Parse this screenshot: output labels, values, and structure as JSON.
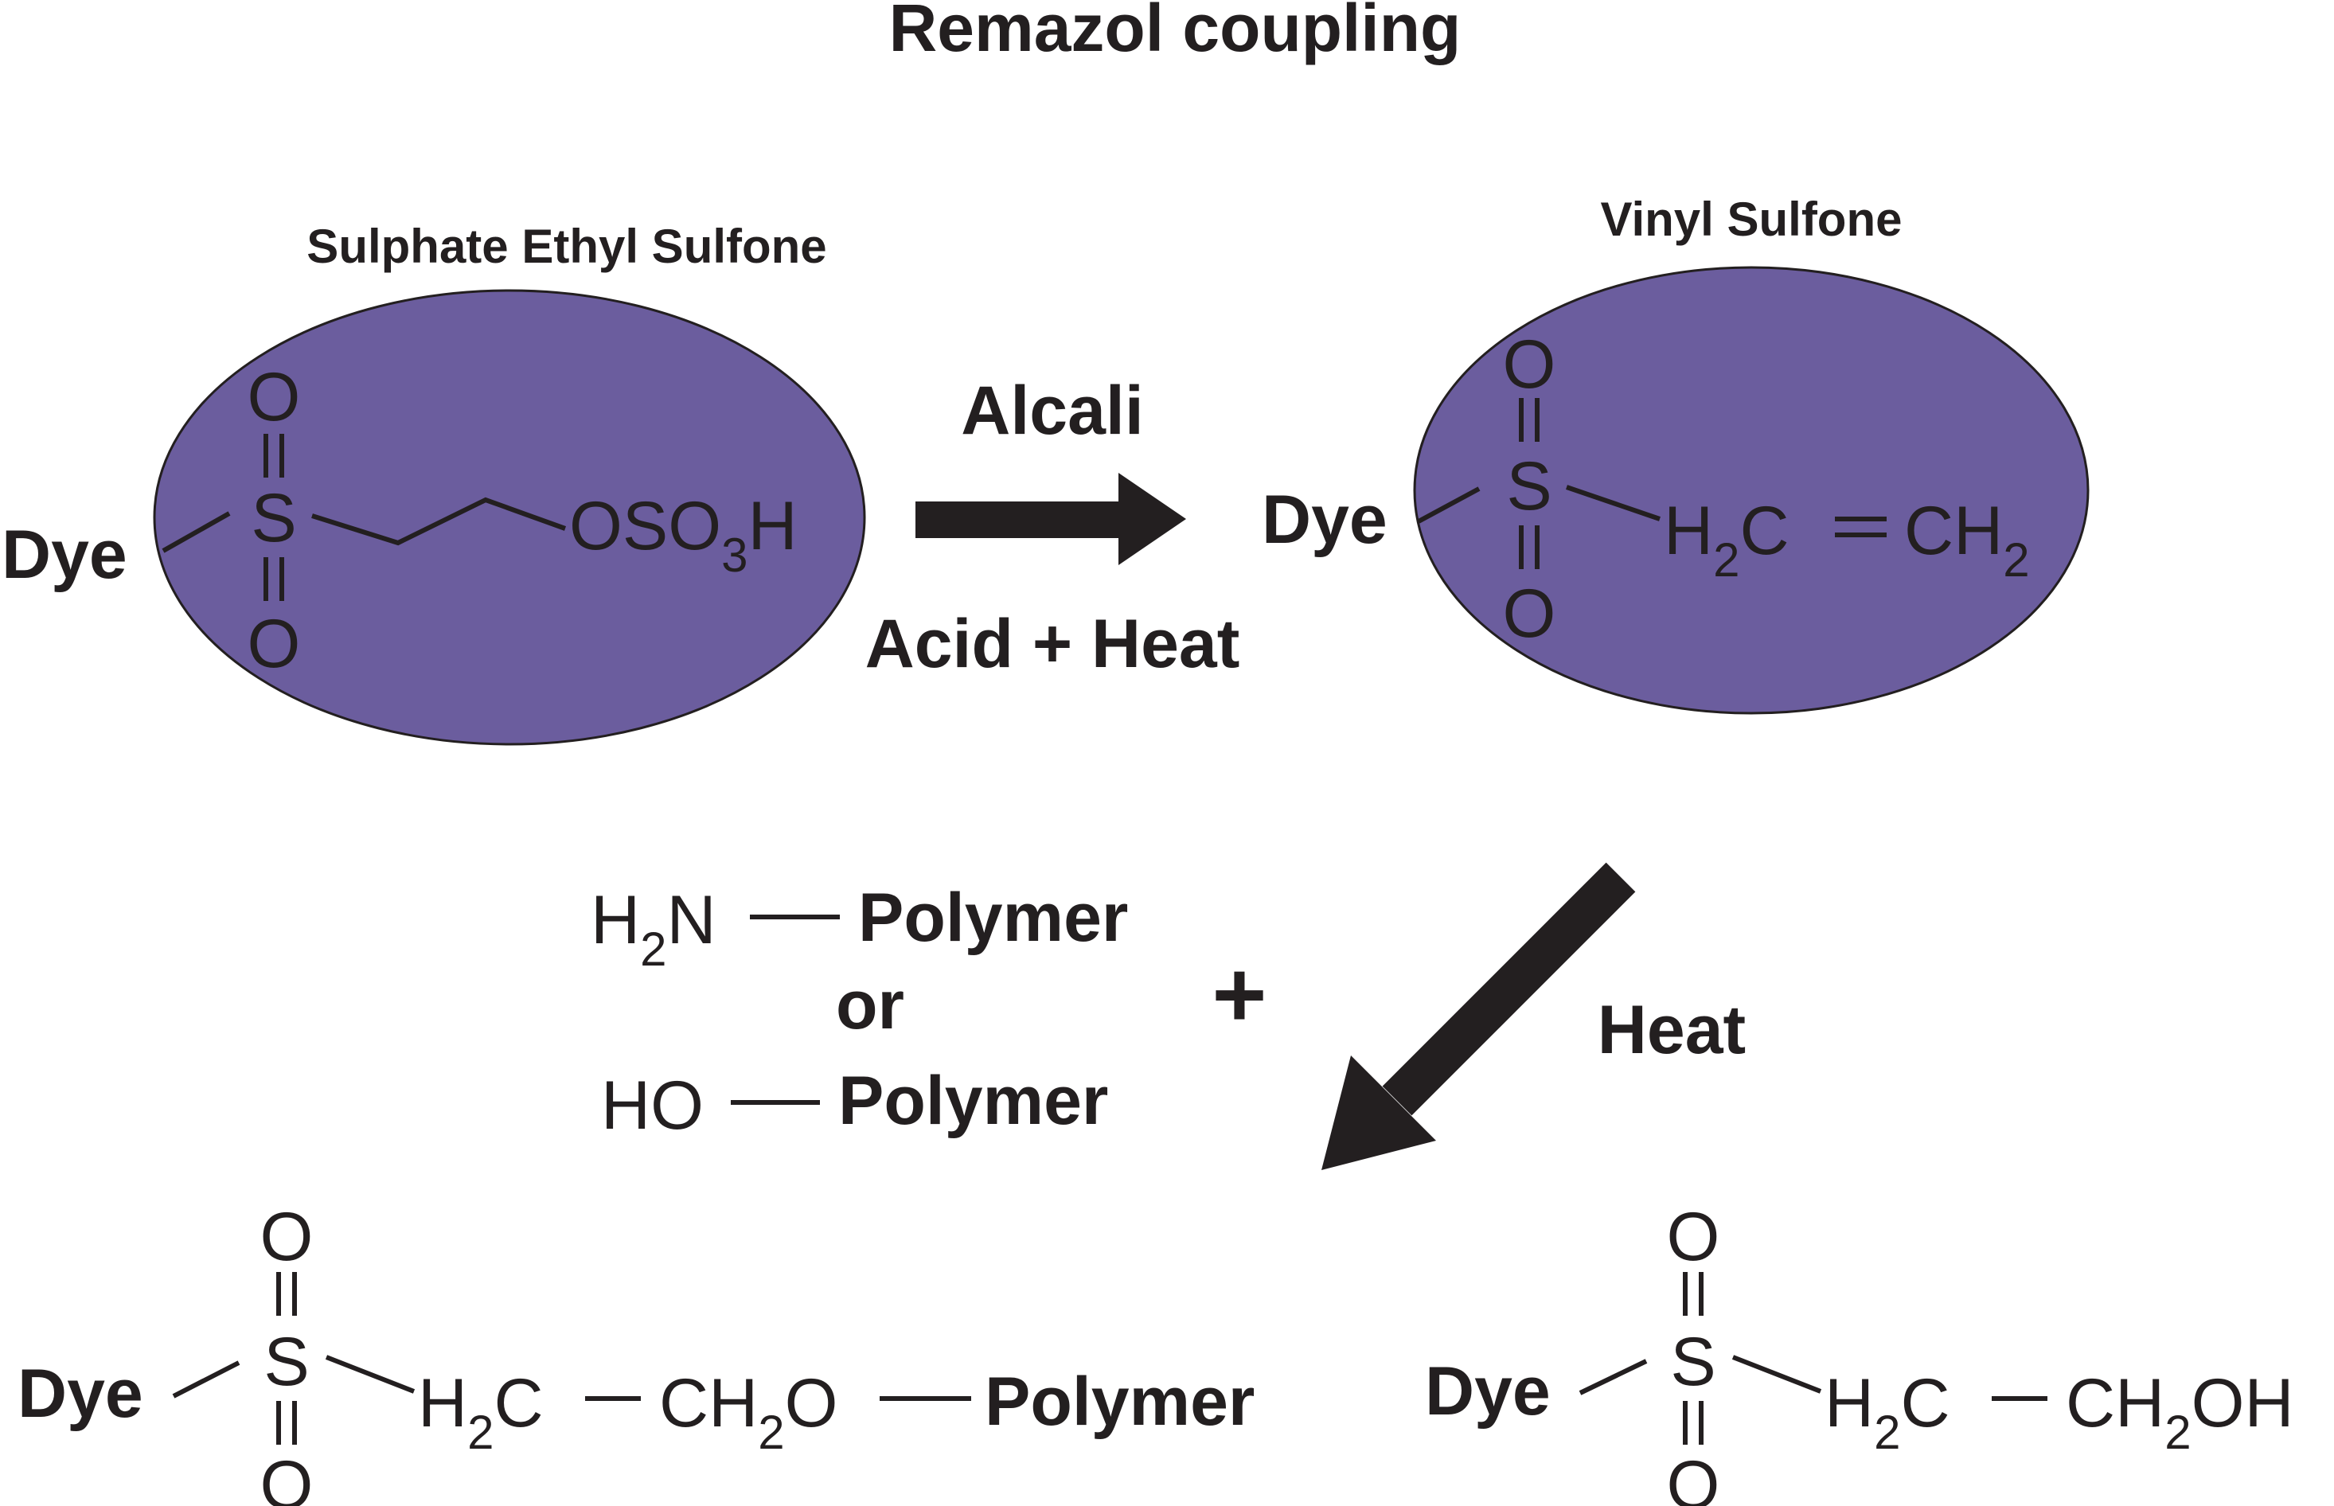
{
  "title": "Remazol coupling",
  "colors": {
    "ellipse_fill": "#6b5d9e",
    "ink": "#231f20",
    "background": "#ffffff"
  },
  "reactant": {
    "label": "Sulphate Ethyl Sulfone",
    "dye": "Dye",
    "o_top": "O",
    "sulfur": "S",
    "o_bottom": "O",
    "group_main": "OSO",
    "group_sub": "3",
    "group_end": "H"
  },
  "conditions_forward": "Alcali",
  "conditions_reverse": "Acid + Heat",
  "product_vinyl": {
    "label": "Vinyl Sulfone",
    "dye": "Dye",
    "o_top": "O",
    "sulfur": "S",
    "o_bottom": "O",
    "h2c_main": "H",
    "h2c_sub": "2",
    "h2c_end": "C",
    "ch2_main": "CH",
    "ch2_sub": "2"
  },
  "reagent": {
    "amine_main": "H",
    "amine_sub": "2",
    "amine_end": "N",
    "polymer1": "Polymer",
    "or": "or",
    "hydroxyl": "HO",
    "polymer2": "Polymer",
    "plus": "+"
  },
  "heat_label": "Heat",
  "product_polymer": {
    "dye": "Dye",
    "o_top": "O",
    "sulfur": "S",
    "o_bottom": "O",
    "h2c_main": "H",
    "h2c_sub": "2",
    "h2c_end": "C",
    "ch2o_main": "CH",
    "ch2o_sub": "2",
    "ch2o_end": "O",
    "polymer": "Polymer"
  },
  "product_hydrolyzed": {
    "dye": "Dye",
    "o_top": "O",
    "sulfur": "S",
    "o_bottom": "O",
    "h2c_main": "H",
    "h2c_sub": "2",
    "h2c_end": "C",
    "ch2oh_main": "CH",
    "ch2oh_sub": "2",
    "ch2oh_end": "OH"
  }
}
